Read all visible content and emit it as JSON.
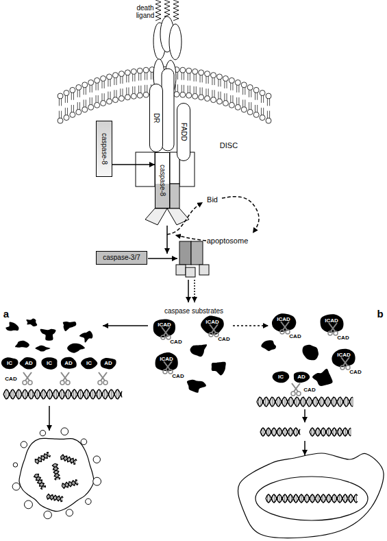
{
  "diagram": {
    "nodes": [
      {
        "text": [
          "DR"
        ]
      },
      {
        "text": [
          "FADD"
        ]
      },
      {
        "text": [
          "caspase-8"
        ]
      },
      {
        "text": [
          "caspase-8"
        ]
      },
      {
        "text": [
          "caspase-3/7"
        ]
      }
    ],
    "edges": [
      {
        "from": 2,
        "to": 3,
        "arrow": "to"
      }
    ],
    "labels": [
      "death ligand",
      "DISC",
      "Bid",
      "apoptosome",
      "caspase substrates",
      "a",
      "b",
      "IC",
      "AD",
      "IC",
      "AD",
      "IC",
      "AD",
      "CAD",
      "ICAD",
      "CAD",
      "ICAD",
      "CAD",
      "ICAD",
      "CAD",
      "ICAD",
      "CAD",
      "ICAD",
      "CAD",
      "ICAD",
      "CAD",
      "IC",
      "AD",
      "CAD"
    ]
  }
}
